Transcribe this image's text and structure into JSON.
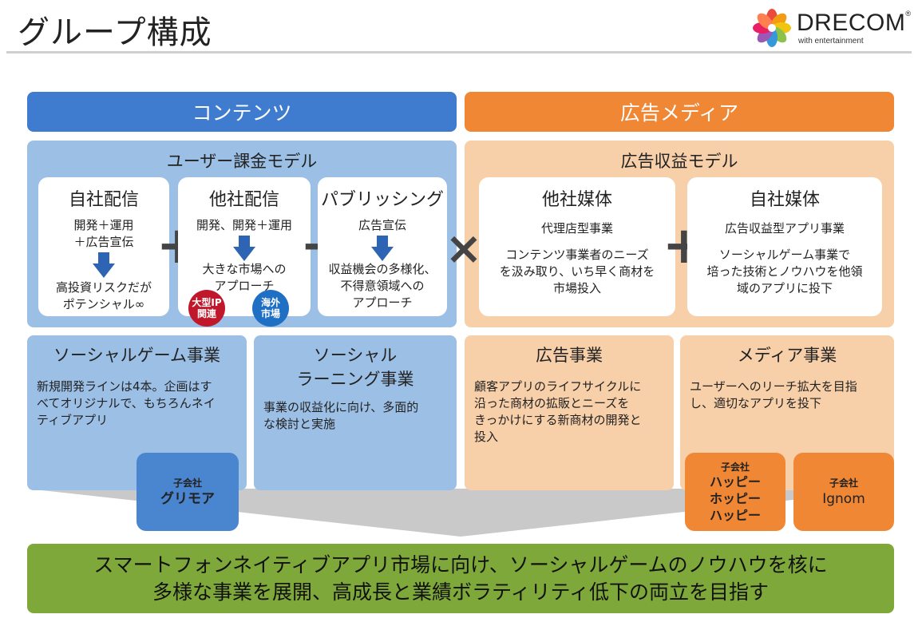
{
  "title": "グループ構成",
  "logo": {
    "name": "DRECOM",
    "reg": "®",
    "tagline": "with entertainment",
    "petal_colors": [
      "#e94b3c",
      "#f39c12",
      "#f1c40f",
      "#8bc34a",
      "#3498db",
      "#9b59b6",
      "#e91e63",
      "#ff7f50"
    ]
  },
  "columns": {
    "contents": "コンテンツ",
    "ad_media": "広告メディア"
  },
  "user_billing": {
    "title": "ユーザー課金モデル",
    "cards": [
      {
        "title": "自社配信",
        "top": [
          "開発＋運用",
          "＋広告宣伝"
        ],
        "bottom": [
          "高投資リスクだが",
          "ポテンシャル∞"
        ]
      },
      {
        "title": "他社配信",
        "top": [
          "開発、開発＋運用"
        ],
        "bottom": [
          "大きな市場への",
          "アプローチ"
        ]
      },
      {
        "title": "パブリッシング",
        "top": [
          "広告宣伝"
        ],
        "bottom": [
          "収益機会の多様化、",
          "不得意領域への",
          "アプローチ"
        ]
      }
    ],
    "badges": [
      {
        "lines": [
          "大型IP",
          "関連"
        ],
        "color": "#c0182a"
      },
      {
        "lines": [
          "海外",
          "市場"
        ],
        "color": "#1f6fc4"
      }
    ]
  },
  "ad_revenue": {
    "title": "広告収益モデル",
    "cards": [
      {
        "title": "他社媒体",
        "sub": "代理店型事業",
        "desc": [
          "コンテンツ事業者のニーズ",
          "を汲み取り、いち早く商材を",
          "市場投入"
        ]
      },
      {
        "title": "自社媒体",
        "sub": "広告収益型アプリ事業",
        "desc": [
          "ソーシャルゲーム事業で",
          "培った技術とノウハウを他領",
          "域のアプリに投下"
        ]
      }
    ]
  },
  "operators": {
    "plus": "+",
    "times": "×"
  },
  "businesses": [
    {
      "title": [
        "ソーシャルゲーム事業"
      ],
      "body": [
        "新規開発ラインは4本。企画はす",
        "べてオリジナルで、もちろんネイ",
        "ティブアプリ"
      ]
    },
    {
      "title": [
        "ソーシャル",
        "ラーニング事業"
      ],
      "body": [
        "事業の収益化に向け、多面的",
        "な検討と実施"
      ]
    },
    {
      "title": [
        "広告事業"
      ],
      "body": [
        "顧客アプリのライフサイクルに",
        "沿った商材の拡販とニーズを",
        "きっかけにする新商材の開発と",
        "投入"
      ]
    },
    {
      "title": [
        "メディア事業"
      ],
      "body": [
        "ユーザーへのリーチ拡大を目指",
        "し、適切なアプリを投下"
      ]
    }
  ],
  "subsidiaries": [
    {
      "label": "子会社",
      "name": [
        "グリモア"
      ]
    },
    {
      "label": "子会社",
      "name": [
        "ハッピー",
        "ホッピー",
        "ハッピー"
      ]
    },
    {
      "label": "子会社",
      "name": [
        "Ignom"
      ]
    }
  ],
  "goal": [
    "スマートフォンネイティブアプリ市場に向け、ソーシャルゲームのノウハウを核に",
    "多様な事業を展開、高成長と業績ボラティリティ低下の両立を目指す"
  ],
  "colors": {
    "blue_header": "#3f7ccf",
    "orange_header": "#ef8734",
    "light_blue": "#9cbfe6",
    "peach": "#f7cfa9",
    "green": "#7fa83a",
    "arrow_blue": "#2e64b4"
  }
}
